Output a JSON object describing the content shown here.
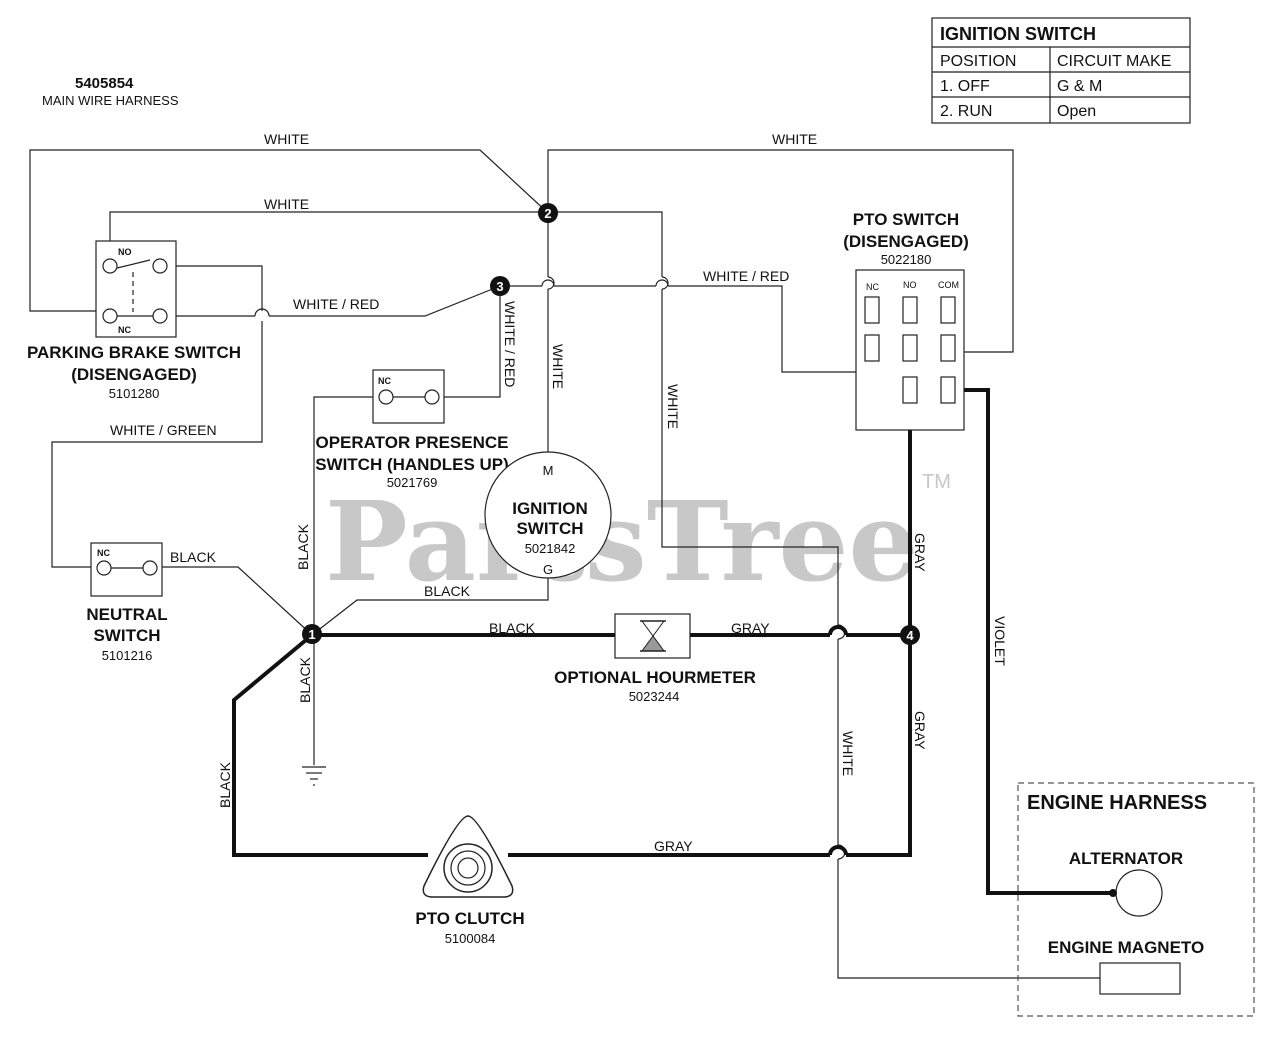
{
  "harness": {
    "part_number": "5405854",
    "name": "MAIN WIRE HARNESS"
  },
  "ignition_table": {
    "title": "IGNITION SWITCH",
    "headers": [
      "POSITION",
      "CIRCUIT MAKE"
    ],
    "rows": [
      [
        "1. OFF",
        "G & M"
      ],
      [
        "2. RUN",
        "Open"
      ]
    ]
  },
  "components": {
    "parking_brake": {
      "title1": "PARKING BRAKE SWITCH",
      "title2": "(DISENGAGED)",
      "part": "5101280",
      "no": "NO",
      "nc": "NC"
    },
    "pto_switch": {
      "title1": "PTO SWITCH",
      "title2": "(DISENGAGED)",
      "part": "5022180",
      "cols": [
        "NC",
        "NO",
        "COM"
      ]
    },
    "operator_presence": {
      "title1": "OPERATOR PRESENCE",
      "title2": "SWITCH (HANDLES UP)",
      "part": "5021769",
      "nc": "NC"
    },
    "ignition_switch": {
      "title1": "IGNITION",
      "title2": "SWITCH",
      "part": "5021842",
      "m": "M",
      "g": "G"
    },
    "neutral_switch": {
      "title1": "NEUTRAL",
      "title2": "SWITCH",
      "part": "5101216",
      "nc": "NC"
    },
    "hourmeter": {
      "title": "OPTIONAL HOURMETER",
      "part": "5023244"
    },
    "pto_clutch": {
      "title": "PTO CLUTCH",
      "part": "5100084"
    },
    "engine_harness": {
      "title": "ENGINE HARNESS",
      "alternator": "ALTERNATOR",
      "magneto": "ENGINE MAGNETO"
    }
  },
  "wire_labels": {
    "white_top_left": "WHITE",
    "white_top_right": "WHITE",
    "white_mid": "WHITE",
    "white_red_left": "WHITE / RED",
    "white_red_right": "WHITE / RED",
    "white_red_vertical": "WHITE / RED",
    "white_vertical_center": "WHITE",
    "white_vertical_right": "WHITE",
    "white_vertical_lower": "WHITE",
    "white_green": "WHITE / GREEN",
    "black_neutral": "BLACK",
    "black_vertical_upper": "BLACK",
    "black_ignition": "BLACK",
    "black_hourmeter": "BLACK",
    "black_vertical_lower": "BLACK",
    "black_left": "BLACK",
    "gray_hourmeter": "GRAY",
    "gray_upper": "GRAY",
    "gray_lower": "GRAY",
    "gray_clutch": "GRAY",
    "violet": "VIOLET"
  },
  "nodes": [
    "1",
    "2",
    "3",
    "4"
  ],
  "watermark": {
    "text": "PartsTree",
    "tm": "TM"
  }
}
